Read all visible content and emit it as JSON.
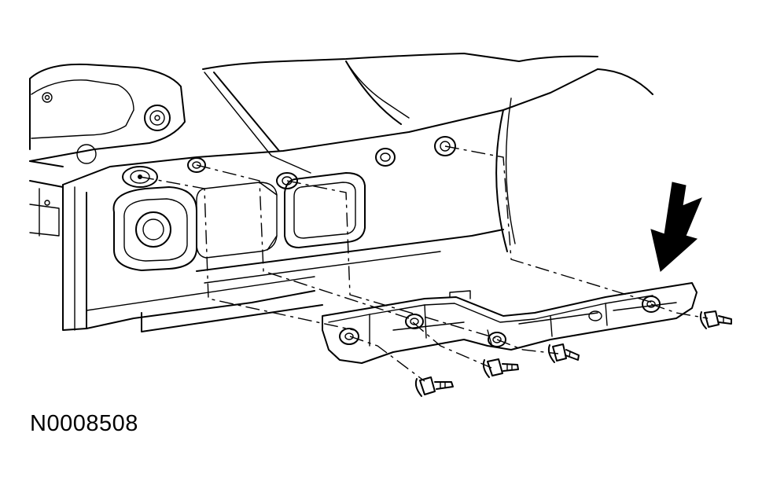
{
  "figure": {
    "id": "N0008508"
  },
  "diagram": {
    "subject": "bracket-installation",
    "fastener_count": 4,
    "indicator": "arrow-icon",
    "colors": {
      "line": "#000000",
      "background": "#ffffff"
    }
  }
}
